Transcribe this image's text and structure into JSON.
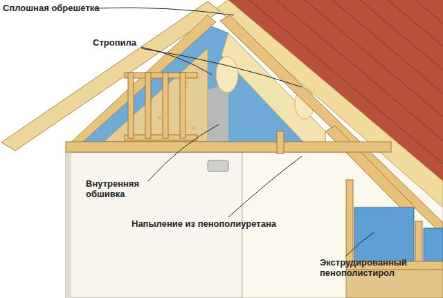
{
  "diagram": {
    "labels": [
      "Сплошная обрешетка",
      "Стропила",
      "Внутренняя обшивка",
      "Напыление из пенополиуретана",
      "Экструдированный пенополистирол"
    ]
  }
}
